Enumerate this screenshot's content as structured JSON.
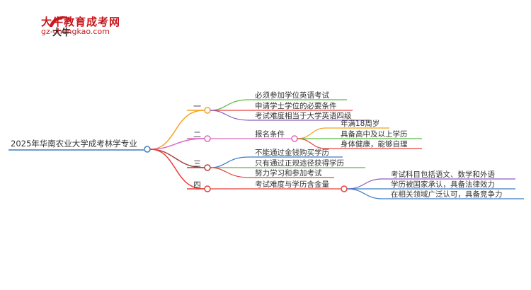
{
  "header": {
    "brand_name": "大牛教育成考网",
    "brand_url": "gz-chengkao.com",
    "logo_text": "大牛"
  },
  "mindmap": {
    "root": "2025年华南农业大学成考林学专业",
    "branches": [
      {
        "label": "一",
        "color": "#f4a21f",
        "children": [
          "必须参加学位英语考试",
          "申请学士学位的必要条件",
          "考试难度相当于大学英语四级"
        ]
      },
      {
        "label": "二",
        "color": "#d96ac1",
        "topic": "报名条件",
        "children": [
          "年满18周岁",
          "具备高中及以上学历",
          "身体健康，能够自理"
        ]
      },
      {
        "label": "三",
        "color": "#a5493c",
        "children": [
          "不能通过金钱购买学历",
          "只有通过正规途径获得学历",
          "努力学习和参加考试"
        ]
      },
      {
        "label": "四",
        "color": "#e8413c",
        "topic": "考试难度与学历含金量",
        "children": [
          "考试科目包括语文、数学和外语",
          "学历被国家承认，具备法律效力",
          "在相关领域广泛认可，具备竞争力"
        ]
      }
    ]
  },
  "colors": {
    "root_underline": "#3a7cc4",
    "b1_children": [
      "#5ab946",
      "#e8413c",
      "#8e5cc0"
    ],
    "b2_children": [
      "#f4a21f",
      "#5ab946",
      "#e8413c"
    ],
    "b3_children": [
      "#3a7cc4",
      "#5ab946",
      "#e8413c"
    ],
    "b4_children": [
      "#8e5cc0",
      "#3a7cc4",
      "#3a7cc4"
    ]
  }
}
